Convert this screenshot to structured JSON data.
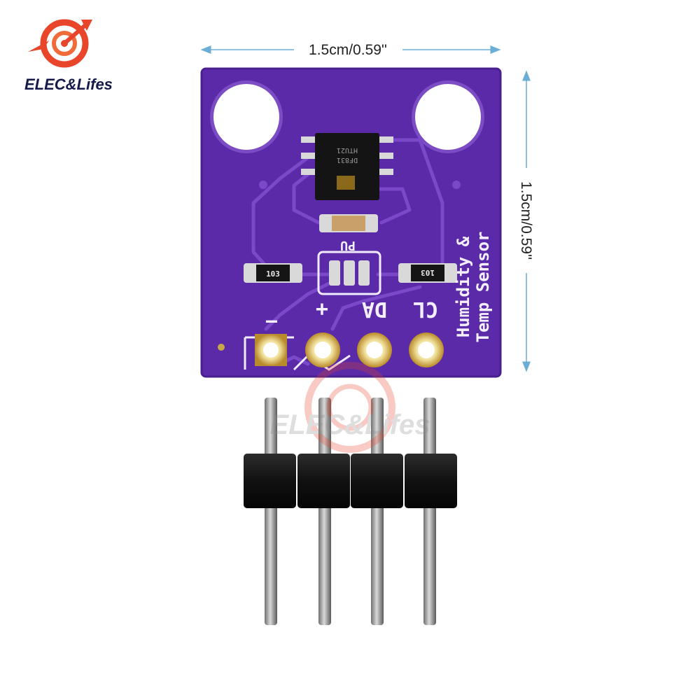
{
  "brand": {
    "name": "ELEC&Lifes",
    "logo_icon": "target-arrow-icon",
    "logo_color": "#e8452a",
    "watermark": "ELEC&Lifes"
  },
  "dimensions": {
    "width_label": "1.5cm/0.59''",
    "height_label": "1.5cm/0.59''",
    "arrow_color": "#6aaed6"
  },
  "board": {
    "color": "#5a2aa8",
    "pin_labels": [
      "−",
      "+",
      "DA",
      "CL"
    ],
    "title_line1": "Humidity &",
    "title_line2": "Temp Sensor",
    "resistor_left_code": "103",
    "resistor_right_code": "103",
    "jumper_label": "PU",
    "chip_marking_line1": "HTU21",
    "chip_marking_line2": "DF831"
  },
  "header_pins": {
    "count": 4
  }
}
